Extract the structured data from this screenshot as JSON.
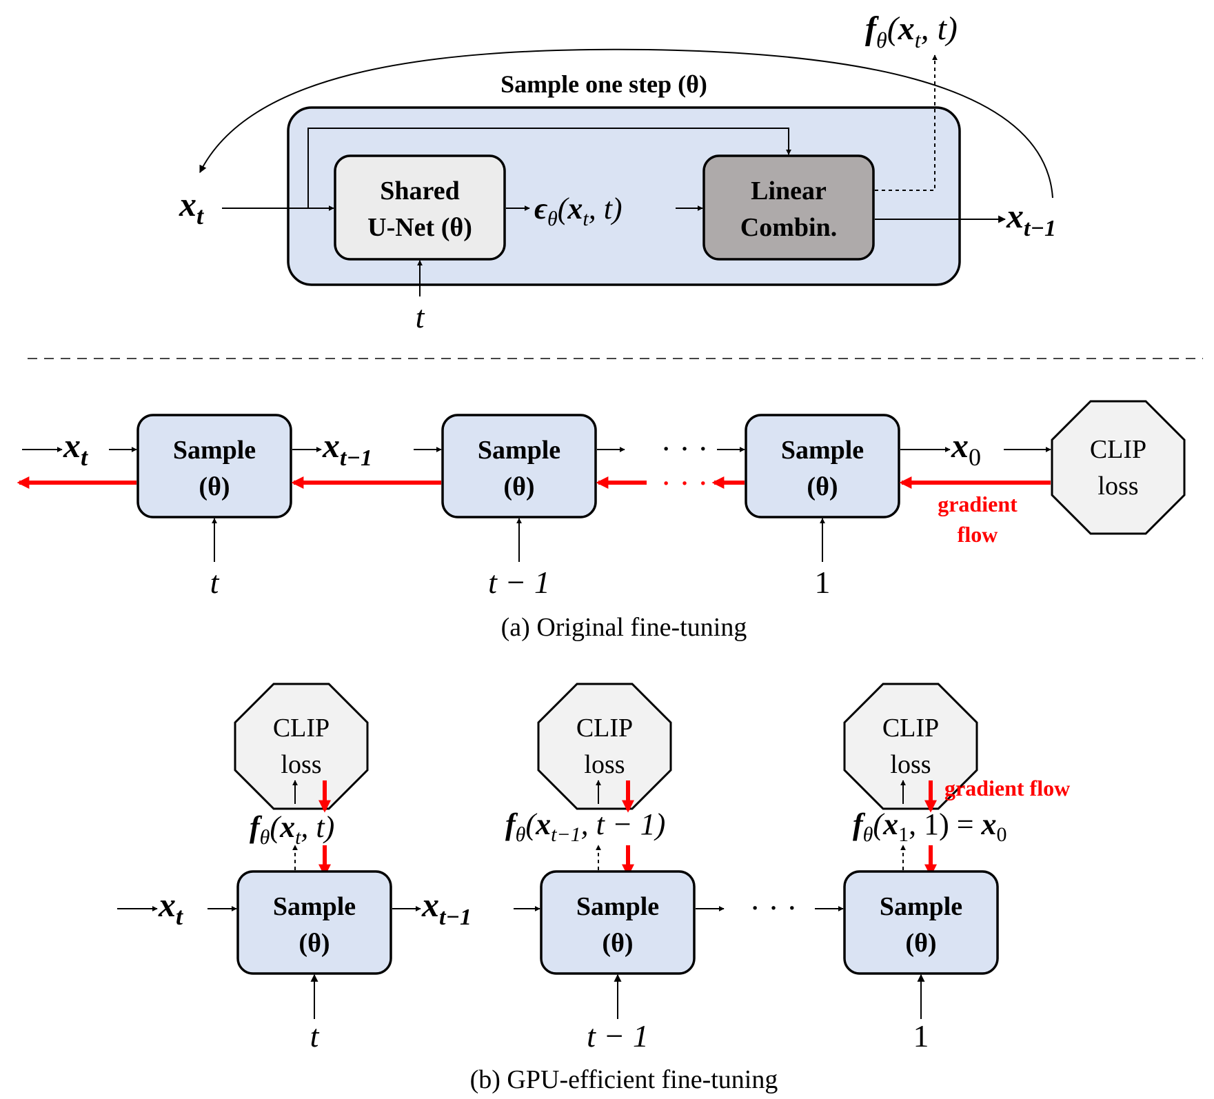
{
  "top": {
    "title": "Sample one step (θ)",
    "unet": {
      "line1": "Shared",
      "line2": "U-Net (θ)"
    },
    "linear": {
      "line1": "Linear",
      "line2": "Combin."
    },
    "x_in": {
      "base": "x",
      "sub": "t"
    },
    "x_out": {
      "base": "x",
      "sub": "t−1"
    },
    "t_in": "t",
    "eps": "ϵθ(xt, t)",
    "f_out": "fθ(xt, t)"
  },
  "a": {
    "caption": "(a) Original fine-tuning",
    "sample": {
      "line1": "Sample",
      "line2": "(θ)"
    },
    "x_t": {
      "base": "x",
      "sub": "t"
    },
    "x_t1": {
      "base": "x",
      "sub": "t−1"
    },
    "x_0": {
      "base": "x",
      "sub": "0"
    },
    "dots": "· · ·",
    "red_dots": "· · ·",
    "times": [
      "t",
      "t − 1",
      "1"
    ],
    "clip": {
      "line1": "CLIP",
      "line2": "loss"
    },
    "gradient": {
      "line1": "gradient",
      "line2": "flow"
    }
  },
  "b": {
    "caption": "(b) GPU-efficient fine-tuning",
    "sample": {
      "line1": "Sample",
      "line2": "(θ)"
    },
    "x_t": {
      "base": "x",
      "sub": "t"
    },
    "x_t1": {
      "base": "x",
      "sub": "t−1"
    },
    "dots": "· · ·",
    "times": [
      "t",
      "t − 1",
      "1"
    ],
    "clip": {
      "line1": "CLIP",
      "line2": "loss"
    },
    "f_labels": [
      "fθ(xt, t)",
      "fθ(xt−1, t − 1)",
      "fθ(x1, 1) = x0"
    ],
    "gradient": "gradient flow"
  },
  "colors": {
    "sample_fill": "#dae3f3",
    "unet_fill": "#ececec",
    "linear_fill": "#aeaaaa",
    "clip_fill": "#f2f2f2",
    "gradient": "#ff0000"
  }
}
